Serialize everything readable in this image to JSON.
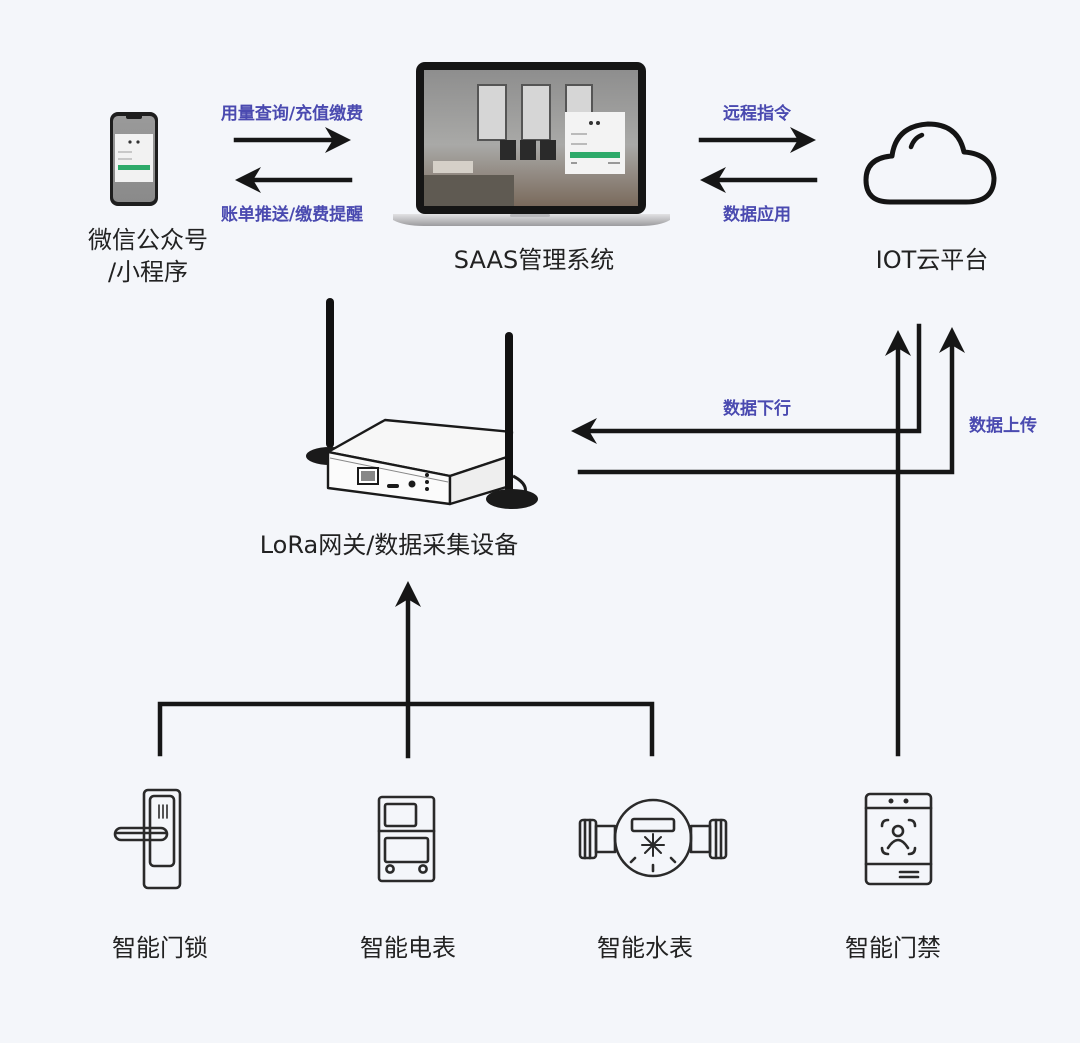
{
  "title": "智能设备物联网系统架构图",
  "colors": {
    "background": "#f4f6fa",
    "flow_label": "#4a4ab0",
    "node_label": "#222222",
    "line": "#161616",
    "screen_accent": "#2eaa6a"
  },
  "nodes": {
    "wechat": {
      "label_line1": "微信公众号",
      "label_line2": "/小程序",
      "icon": "smartphone-icon"
    },
    "saas": {
      "label": "SAAS管理系统",
      "icon": "laptop-icon"
    },
    "iot": {
      "label": "IOT云平台",
      "icon": "cloud-icon"
    },
    "gateway": {
      "label": "LoRa网关/数据采集设备",
      "icon": "lora-gateway-icon"
    },
    "devices": [
      {
        "label": "智能门锁",
        "icon": "smart-lock-icon"
      },
      {
        "label": "智能电表",
        "icon": "electricity-meter-icon"
      },
      {
        "label": "智能水表",
        "icon": "water-meter-icon"
      },
      {
        "label": "智能门禁",
        "icon": "face-access-control-icon"
      }
    ]
  },
  "flows": {
    "wechat_to_saas": "用量查询/充值缴费",
    "saas_to_wechat": "账单推送/缴费提醒",
    "saas_to_iot": "远程指令",
    "iot_to_saas": "数据应用",
    "iot_to_gateway": "数据下行",
    "gateway_to_iot": "数据上传"
  }
}
